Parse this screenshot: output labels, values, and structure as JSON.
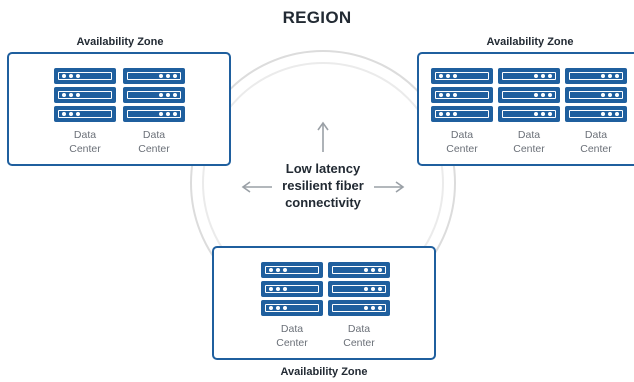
{
  "region_title": "REGION",
  "center_text": [
    "Low latency",
    "resilient fiber",
    "connectivity"
  ],
  "zones": {
    "left": {
      "label": "Availability Zone",
      "centers": [
        [
          "Data",
          "Center"
        ],
        [
          "Data",
          "Center"
        ]
      ]
    },
    "right": {
      "label": "Availability Zone",
      "centers": [
        [
          "Data",
          "Center"
        ],
        [
          "Data",
          "Center"
        ],
        [
          "Data",
          "Center"
        ]
      ]
    },
    "bottom": {
      "label": "Availability Zone",
      "centers": [
        [
          "Data",
          "Center"
        ],
        [
          "Data",
          "Center"
        ]
      ]
    }
  },
  "colors": {
    "accent": "#1f5f9e",
    "text": "#222a33",
    "muted": "#6b7078",
    "ring": "#dcdcdc",
    "arrow": "#9aa0a6"
  },
  "icons": [
    "server-rack-icon",
    "arrow-up-icon",
    "arrow-left-icon",
    "arrow-right-icon"
  ]
}
